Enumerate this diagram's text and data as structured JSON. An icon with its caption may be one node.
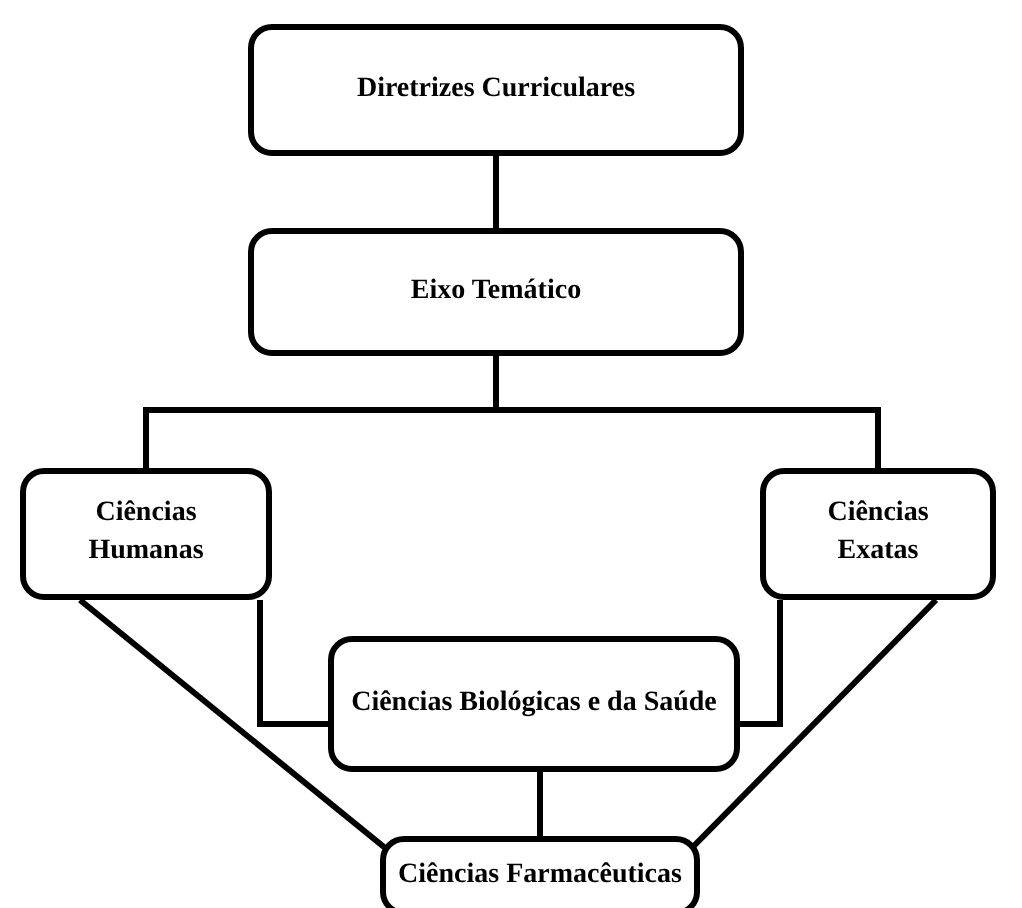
{
  "diagram": {
    "nodes": [
      {
        "text": [
          "Diretrizes Curriculares"
        ]
      },
      {
        "text": [
          "Eixo Temático"
        ]
      },
      {
        "text": [
          "Ciências Humanas"
        ]
      },
      {
        "text": [
          "Ciências Exatas"
        ]
      },
      {
        "text": [
          "Ciências Biológicas e da Saúde"
        ]
      },
      {
        "text": [
          "Ciências Farmacêuticas"
        ]
      }
    ],
    "edges": [
      {
        "from": 0,
        "to": 1,
        "arrow": "none"
      },
      {
        "from": 1,
        "to": 2,
        "arrow": "none"
      },
      {
        "from": 1,
        "to": 3,
        "arrow": "none"
      },
      {
        "from": 2,
        "to": 4,
        "arrow": "none"
      },
      {
        "from": 3,
        "to": 4,
        "arrow": "none"
      },
      {
        "from": 4,
        "to": 5,
        "arrow": "none"
      },
      {
        "from": 2,
        "to": 5,
        "arrow": "none"
      },
      {
        "from": 3,
        "to": 5,
        "arrow": "none"
      }
    ]
  }
}
